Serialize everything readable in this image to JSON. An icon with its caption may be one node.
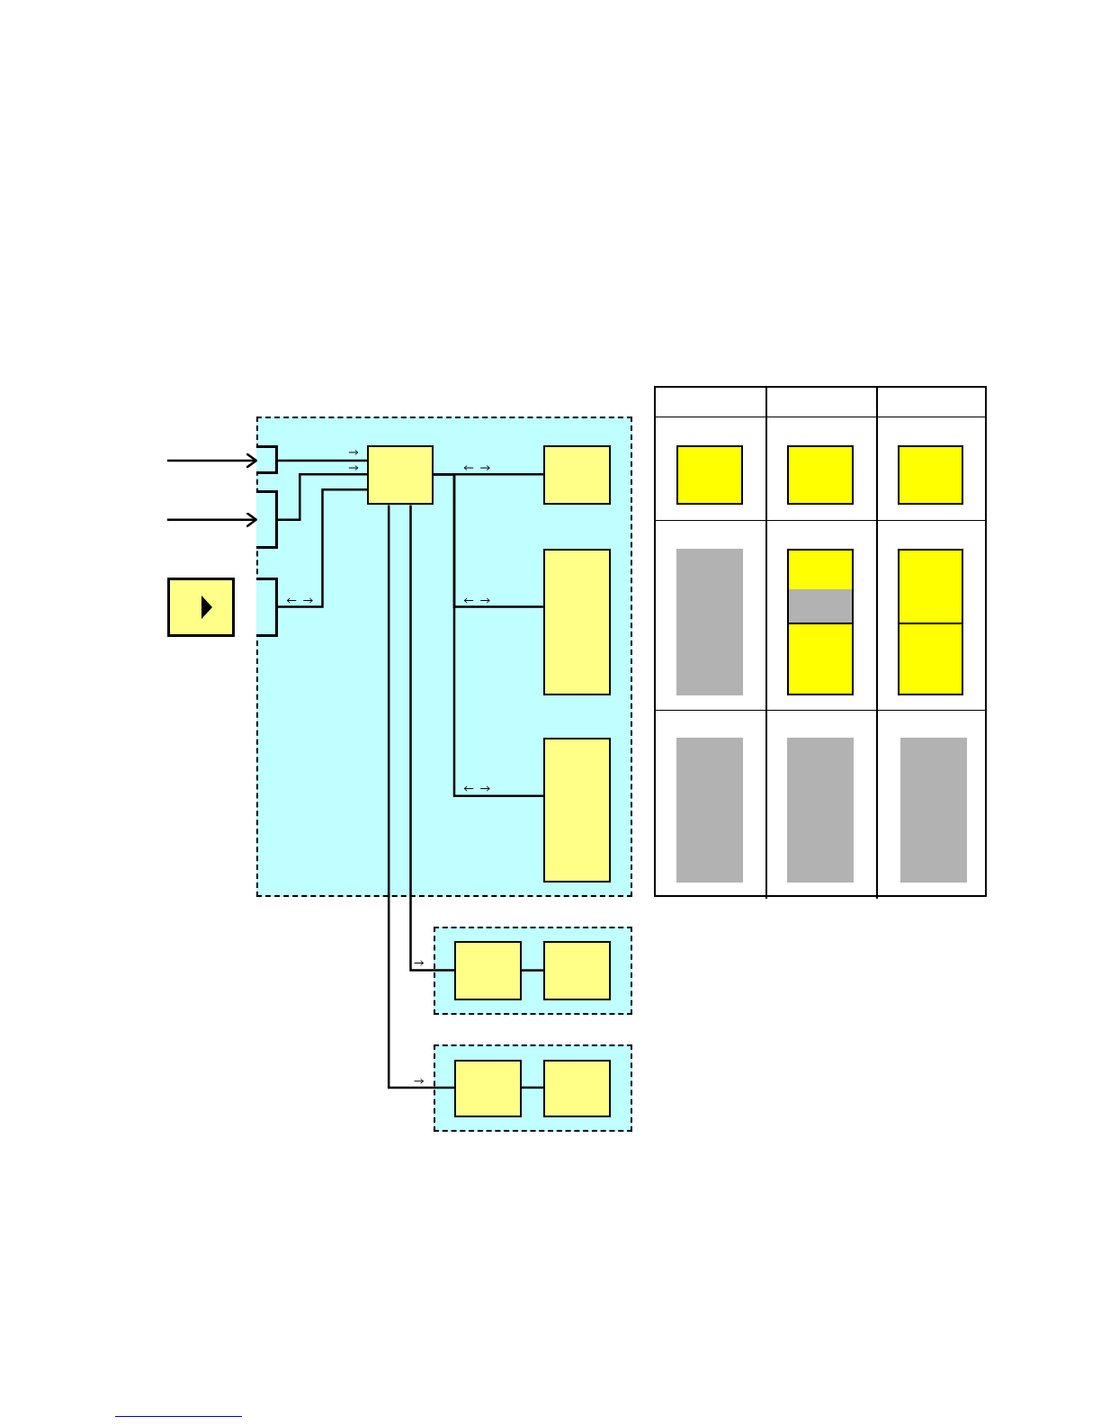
{
  "diagram": {
    "nodes": [
      {
        "text": [],
        "shape": "box"
      },
      {
        "text": [],
        "shape": "box",
        "in": 0
      },
      {
        "text": [],
        "shape": "box",
        "in": 0
      },
      {
        "text": [],
        "shape": "box",
        "in": 0
      },
      {
        "text": [],
        "shape": "box",
        "in": 0
      },
      {
        "text": [],
        "shape": "box",
        "in": 0
      },
      {
        "text": [],
        "shape": "box",
        "in": 0
      },
      {
        "text": [],
        "shape": "box",
        "in": 0
      },
      {
        "text": [],
        "shape": "box"
      },
      {
        "text": [],
        "shape": "box"
      },
      {
        "text": [],
        "shape": "box",
        "in": 9
      },
      {
        "text": [],
        "shape": "box",
        "in": 9
      },
      {
        "text": [],
        "shape": "box"
      },
      {
        "text": [],
        "shape": "box",
        "in": 12
      },
      {
        "text": [],
        "shape": "box",
        "in": 12
      },
      {
        "text": [],
        "shape": "box"
      },
      {
        "text": [],
        "shape": "box",
        "in": 15
      },
      {
        "text": [],
        "shape": "box",
        "in": 15
      },
      {
        "text": [],
        "shape": "box",
        "in": 15
      },
      {
        "text": [],
        "shape": "bar",
        "in": 15
      },
      {
        "text": [],
        "shape": "box",
        "in": 15
      },
      {
        "text": [],
        "shape": "box",
        "in": 15
      },
      {
        "text": [],
        "shape": "bar",
        "in": 15
      },
      {
        "text": [],
        "shape": "bar",
        "in": 15
      },
      {
        "text": [],
        "shape": "bar",
        "in": 15
      }
    ],
    "edges": [
      {
        "from": null,
        "to": 1,
        "arrow": "to"
      },
      {
        "from": null,
        "to": 2,
        "arrow": "to"
      },
      {
        "from": 1,
        "to": 4,
        "arrow": "none"
      },
      {
        "from": 2,
        "to": 4,
        "arrow": "none"
      },
      {
        "from": 3,
        "to": 4,
        "arrow": "none"
      },
      {
        "from": 4,
        "to": 5,
        "arrow": "none"
      },
      {
        "from": 4,
        "to": 6,
        "arrow": "none"
      },
      {
        "from": 4,
        "to": 7,
        "arrow": "none"
      },
      {
        "from": 4,
        "to": 10,
        "arrow": "none"
      },
      {
        "from": 4,
        "to": 13,
        "arrow": "none"
      },
      {
        "from": 10,
        "to": 11,
        "arrow": "none"
      },
      {
        "from": 13,
        "to": 14,
        "arrow": "none"
      }
    ]
  }
}
